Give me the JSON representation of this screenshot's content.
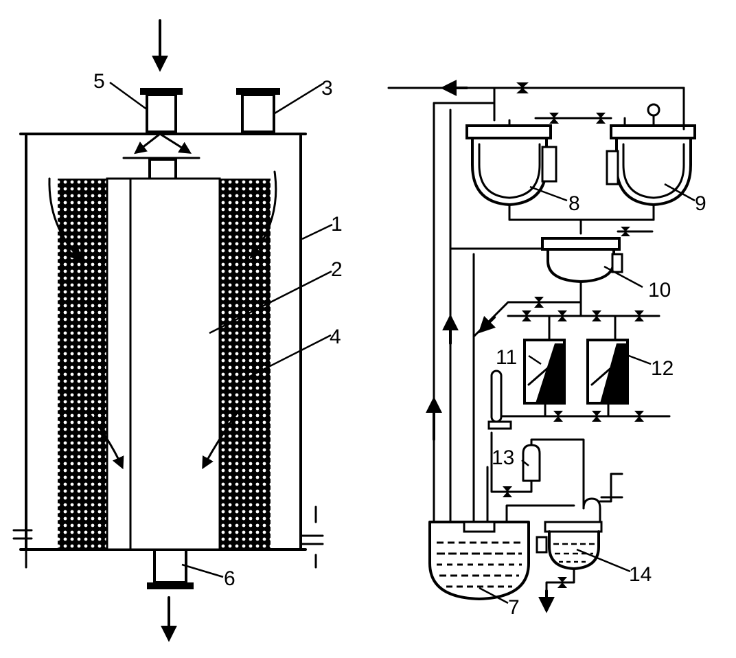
{
  "left_diagram": {
    "labels": {
      "n1": "1",
      "n2": "2",
      "n3": "3",
      "n4": "4",
      "n5": "5",
      "n6": "6"
    }
  },
  "right_diagram": {
    "labels": {
      "n7": "7",
      "n8": "8",
      "n9": "9",
      "n10": "10",
      "n11": "11",
      "n12": "12",
      "n13": "13",
      "n14": "14"
    }
  }
}
